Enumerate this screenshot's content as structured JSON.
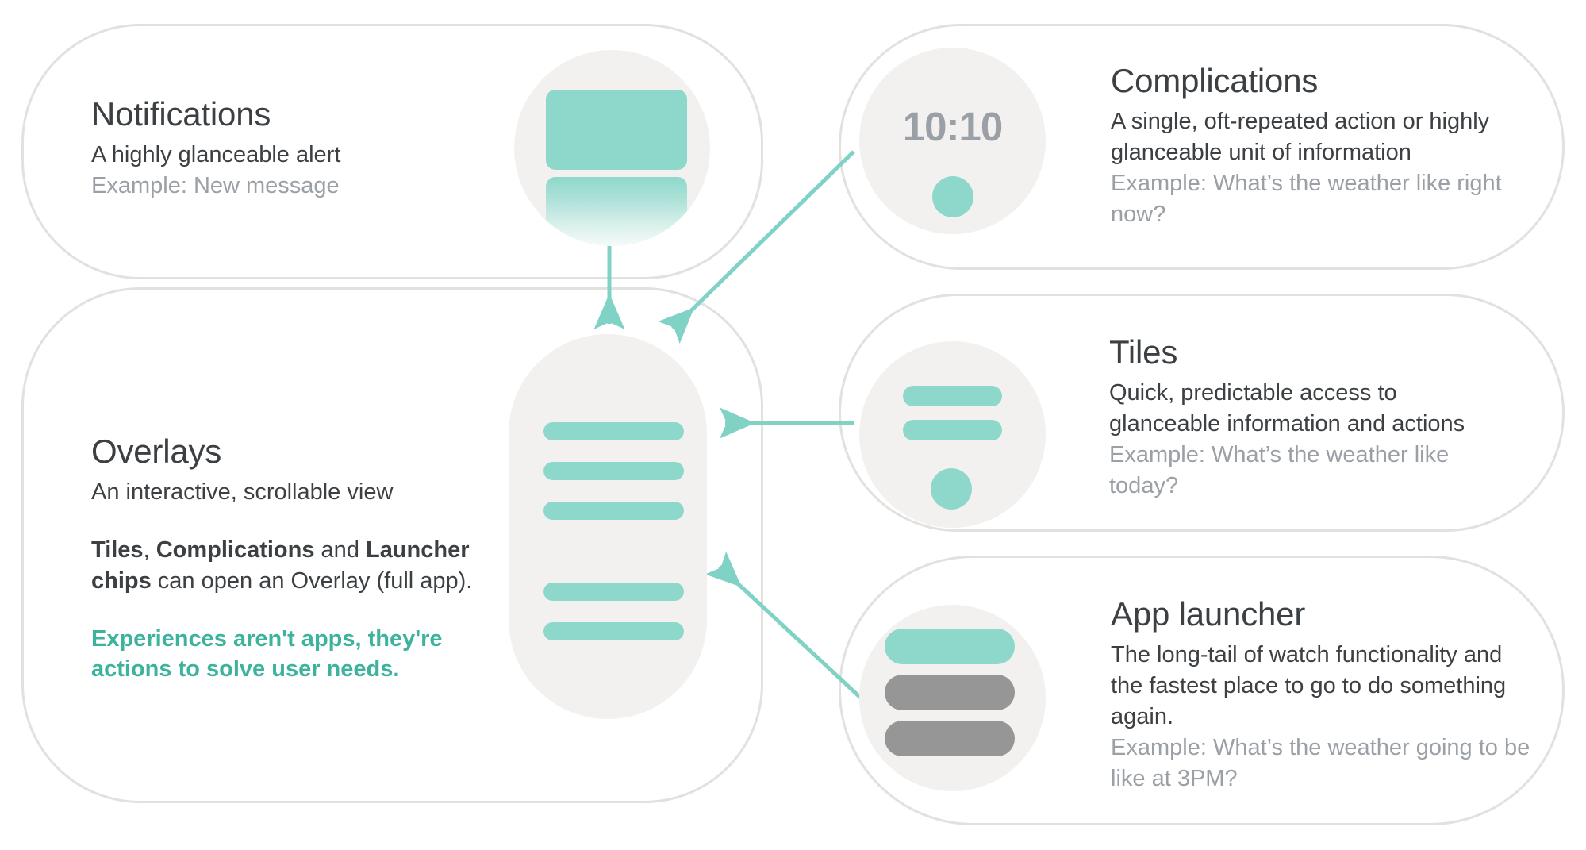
{
  "theme": {
    "accent_teal": "#3DB39E",
    "shape_teal": "#8ED8CB",
    "circle_bg": "#F2F1EF",
    "card_border": "#E4E0DD",
    "text_primary": "#3C4043",
    "text_muted": "#9AA0A6",
    "chip_gray": "#969696"
  },
  "cards": {
    "notifications": {
      "title": "Notifications",
      "description": "A highly glanceable alert",
      "example": "Example:  New message"
    },
    "overlays": {
      "title": "Overlays",
      "description": "An interactive, scrollable view",
      "detail_parts": {
        "b1": "Tiles",
        "sep1": ", ",
        "b2": "Complications",
        "sep2": " and ",
        "b3": "Launcher chips",
        "tail": " can open an Overlay (full app)."
      },
      "callout": "Experiences aren't apps, they're actions to solve user needs."
    },
    "complications": {
      "title": "Complications",
      "description": "A single, oft-repeated action or highly glanceable unit of information",
      "example": "Example:  What’s the weather like right now?",
      "watch_time": "10:10"
    },
    "tiles": {
      "title": "Tiles",
      "description": "Quick, predictable access to glanceable information and actions",
      "example": "Example: What’s the weather like today?"
    },
    "app_launcher": {
      "title": "App launcher",
      "description": "The long-tail of watch functionality and the fastest place to go to do something again.",
      "example": "Example:  What’s the weather going to be like at 3PM?"
    }
  },
  "arrows": [
    {
      "name": "notifications-to-overlay",
      "from": "notification-graphic",
      "to": "overlay-pill",
      "direction": "down"
    },
    {
      "name": "complications-to-overlay",
      "from": "complications-graphic",
      "to": "overlay-pill",
      "direction": "down-left"
    },
    {
      "name": "tiles-to-overlay",
      "from": "tiles-graphic",
      "to": "overlay-pill",
      "direction": "left"
    },
    {
      "name": "app-launcher-to-overlay",
      "from": "app-launcher-graphic",
      "to": "overlay-pill",
      "direction": "up-left"
    }
  ]
}
